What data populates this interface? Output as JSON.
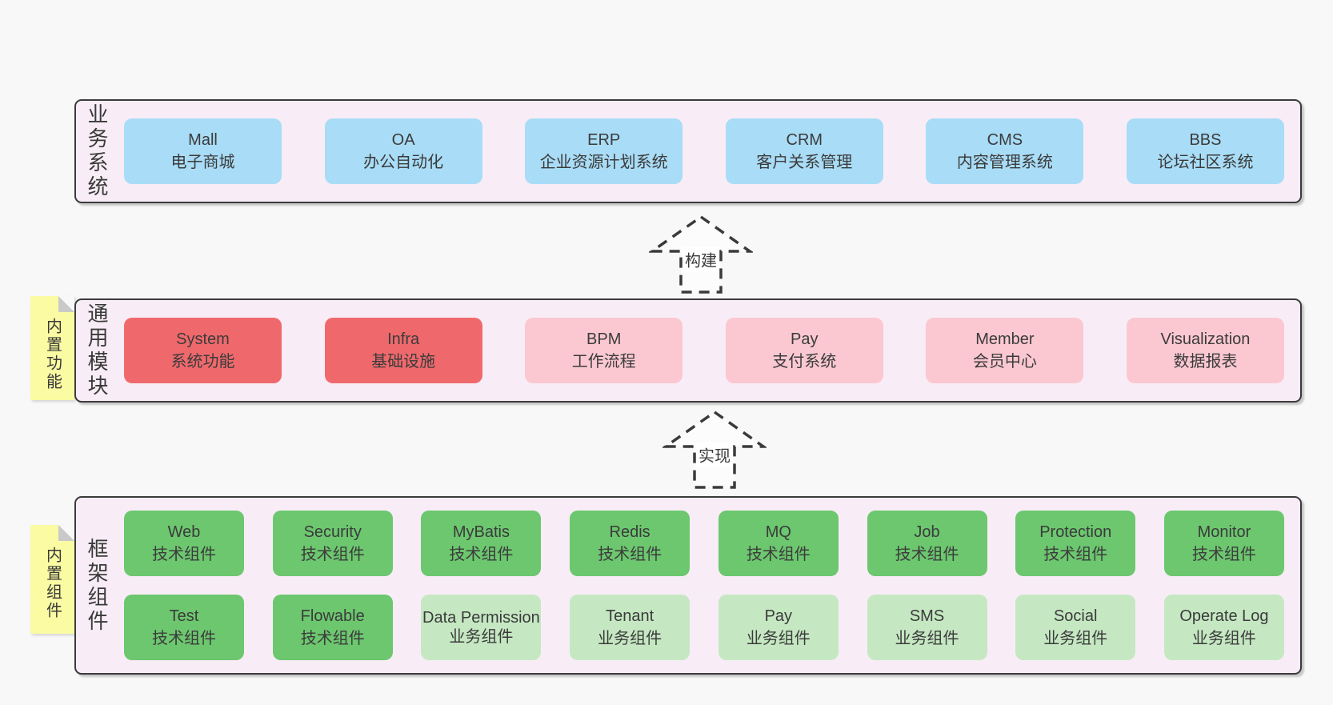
{
  "diagram": {
    "colors": {
      "background": "#f8f8f8",
      "band_fill": "#f8edf6",
      "band_border": "#3b3b3b",
      "blue_box": "#a9dcf6",
      "red_box": "#ef696c",
      "pink_box": "#fbc8d2",
      "green_box": "#6cc76f",
      "light_green_box": "#c5e8c2",
      "note_yellow": "#fafba3",
      "text": "#3b3b3b"
    },
    "arrows": [
      {
        "label": "构建"
      },
      {
        "label": "实现"
      }
    ],
    "bands": [
      {
        "title": "业务系统",
        "boxes": [
          {
            "name": "Mall",
            "desc": "电子商城"
          },
          {
            "name": "OA",
            "desc": "办公自动化"
          },
          {
            "name": "ERP",
            "desc": "企业资源计划系统"
          },
          {
            "name": "CRM",
            "desc": "客户关系管理"
          },
          {
            "name": "CMS",
            "desc": "内容管理系统"
          },
          {
            "name": "BBS",
            "desc": "论坛社区系统"
          }
        ]
      },
      {
        "title": "通用模块",
        "note": "内置功能",
        "boxes": [
          {
            "name": "System",
            "desc": "系统功能"
          },
          {
            "name": "Infra",
            "desc": "基础设施"
          },
          {
            "name": "BPM",
            "desc": "工作流程"
          },
          {
            "name": "Pay",
            "desc": "支付系统"
          },
          {
            "name": "Member",
            "desc": "会员中心"
          },
          {
            "name": "Visualization",
            "desc": "数据报表"
          }
        ]
      },
      {
        "title": "框架组件",
        "note": "内置组件",
        "rows": [
          [
            {
              "name": "Web",
              "desc": "技术组件"
            },
            {
              "name": "Security",
              "desc": "技术组件"
            },
            {
              "name": "MyBatis",
              "desc": "技术组件"
            },
            {
              "name": "Redis",
              "desc": "技术组件"
            },
            {
              "name": "MQ",
              "desc": "技术组件"
            },
            {
              "name": "Job",
              "desc": "技术组件"
            },
            {
              "name": "Protection",
              "desc": "技术组件"
            },
            {
              "name": "Monitor",
              "desc": "技术组件"
            }
          ],
          [
            {
              "name": "Test",
              "desc": "技术组件"
            },
            {
              "name": "Flowable",
              "desc": "技术组件"
            },
            {
              "name": "Data Permission",
              "desc": "业务组件"
            },
            {
              "name": "Tenant",
              "desc": "业务组件"
            },
            {
              "name": "Pay",
              "desc": "业务组件"
            },
            {
              "name": "SMS",
              "desc": "业务组件"
            },
            {
              "name": "Social",
              "desc": "业务组件"
            },
            {
              "name": "Operate Log",
              "desc": "业务组件"
            }
          ]
        ]
      }
    ]
  }
}
